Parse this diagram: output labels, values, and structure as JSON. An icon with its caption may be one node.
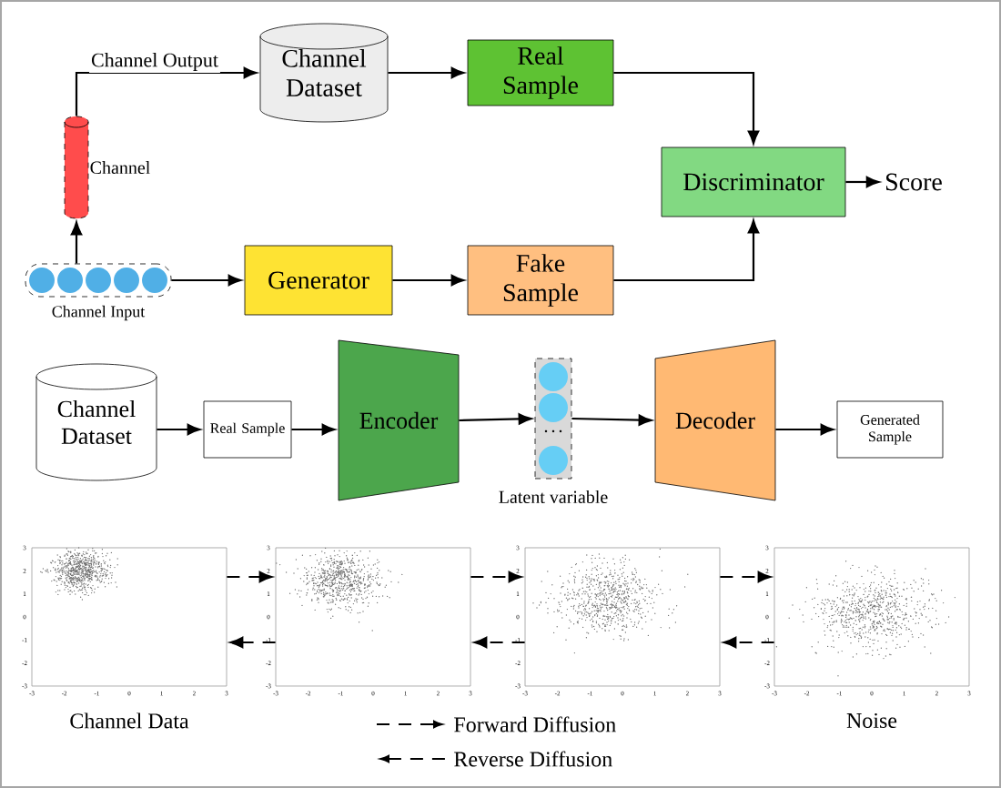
{
  "diagram": {
    "nodes": [
      {
        "text": [
          "Channel Dataset"
        ]
      },
      {
        "text": [
          "Real Sample"
        ]
      },
      {
        "text": [],
        "shape": "cylinder",
        "beside": [
          "Channel"
        ]
      },
      {
        "text": [
          "Discriminator"
        ]
      },
      {
        "text": [
          "Score"
        ]
      },
      {
        "text": [
          "Channel Input"
        ]
      },
      {
        "text": [
          "Generator"
        ]
      },
      {
        "text": [
          "Fake Sample"
        ]
      },
      {
        "text": [
          "Channel Dataset"
        ]
      },
      {
        "text": [
          "Real Sample"
        ]
      },
      {
        "text": [
          "Encoder"
        ]
      },
      {
        "text": [
          "Latent variable"
        ]
      },
      {
        "text": [
          "Decoder"
        ]
      },
      {
        "text": [
          "Generated Sample"
        ]
      },
      {
        "text": [],
        "shape": "chart",
        "beside": [
          "Channel Data"
        ]
      },
      {
        "text": [],
        "shape": "chart"
      },
      {
        "text": [],
        "shape": "chart"
      },
      {
        "text": [],
        "shape": "chart",
        "beside": [
          "Noise"
        ]
      }
    ],
    "edges": [
      {
        "from": 5,
        "to": 2,
        "arrow": "to"
      },
      {
        "from": 2,
        "to": 0,
        "arrow": "to",
        "label": "Channel Output"
      },
      {
        "from": 0,
        "to": 1,
        "arrow": "to"
      },
      {
        "from": 1,
        "to": 3,
        "arrow": "to"
      },
      {
        "from": 3,
        "to": 4,
        "arrow": "to"
      },
      {
        "from": 5,
        "to": 6,
        "arrow": "to"
      },
      {
        "from": 6,
        "to": 7,
        "arrow": "to"
      },
      {
        "from": 7,
        "to": 3,
        "arrow": "to"
      },
      {
        "from": 8,
        "to": 9,
        "arrow": "to"
      },
      {
        "from": 9,
        "to": 10,
        "arrow": "to"
      },
      {
        "from": 10,
        "to": 11,
        "arrow": "to"
      },
      {
        "from": 11,
        "to": 12,
        "arrow": "to"
      },
      {
        "from": 12,
        "to": 13,
        "arrow": "to"
      },
      {
        "from": 14,
        "to": 15,
        "arrow": "to",
        "style": "dashed"
      },
      {
        "from": 15,
        "to": 14,
        "arrow": "to",
        "style": "dashed"
      },
      {
        "from": 15,
        "to": 16,
        "arrow": "to",
        "style": "dashed"
      },
      {
        "from": 16,
        "to": 15,
        "arrow": "to",
        "style": "dashed"
      },
      {
        "from": 16,
        "to": 17,
        "arrow": "to",
        "style": "dashed"
      },
      {
        "from": 17,
        "to": 16,
        "arrow": "to",
        "style": "dashed"
      }
    ],
    "labels": [
      "3",
      "2",
      "1",
      "0",
      "-1",
      "-2",
      "-3",
      "-3",
      "-2",
      "-1",
      "0",
      "1",
      "2",
      "3",
      "3",
      "2",
      "1",
      "0",
      "-1",
      "-2",
      "-3",
      "-3",
      "-2",
      "-1",
      "0",
      "1",
      "2",
      "3",
      "3",
      "2",
      "1",
      "0",
      "-1",
      "-2",
      "-3",
      "-3",
      "-2",
      "-1",
      "0",
      "1",
      "2",
      "3",
      "3",
      "2",
      "1",
      "0",
      "-1",
      "-2",
      "-3",
      "-3",
      "-2",
      "-1",
      "0",
      "1",
      "2",
      "3"
    ],
    "legend": [
      {
        "text": "Forward Diffusion"
      },
      {
        "text": "Reverse Diffusion"
      }
    ]
  }
}
